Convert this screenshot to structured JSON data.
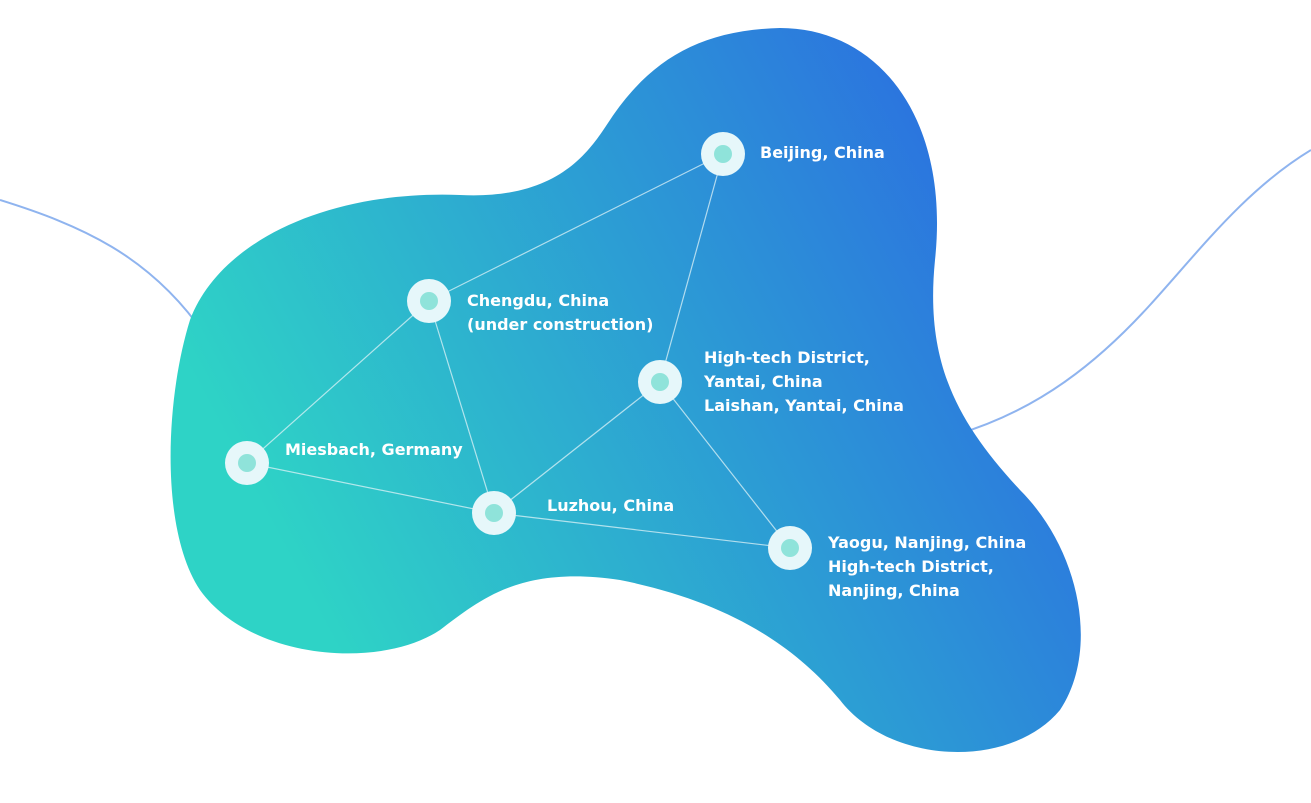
{
  "colors": {
    "blob_start": "#2ed3c6",
    "blob_end": "#2b6fe0",
    "accent_curve": "#8fb4ef",
    "link_line": "#dff3f7",
    "node_ring": "#e6f7fa",
    "node_core": "#8fe3da",
    "label_text": "#ffffff"
  },
  "nodes": [
    {
      "id": "beijing",
      "name": "beijing",
      "label_lines": [
        "Beijing, China"
      ]
    },
    {
      "id": "chengdu",
      "name": "chengdu",
      "label_lines": [
        "Chengdu, China",
        "(under construction)"
      ]
    },
    {
      "id": "yantai",
      "name": "yantai",
      "label_lines": [
        "High-tech District,",
        "Yantai, China",
        "Laishan, Yantai, China"
      ]
    },
    {
      "id": "miesbach",
      "name": "miesbach",
      "label_lines": [
        "Miesbach, Germany"
      ]
    },
    {
      "id": "luzhou",
      "name": "luzhou",
      "label_lines": [
        "Luzhou, China"
      ]
    },
    {
      "id": "nanjing",
      "name": "nanjing",
      "label_lines": [
        "Yaogu, Nanjing, China",
        "High-tech District,",
        "Nanjing, China"
      ]
    }
  ],
  "links": [
    [
      "chengdu",
      "beijing"
    ],
    [
      "beijing",
      "yantai"
    ],
    [
      "chengdu",
      "miesbach"
    ],
    [
      "chengdu",
      "luzhou"
    ],
    [
      "miesbach",
      "luzhou"
    ],
    [
      "luzhou",
      "yantai"
    ],
    [
      "yantai",
      "nanjing"
    ],
    [
      "luzhou",
      "nanjing"
    ]
  ]
}
